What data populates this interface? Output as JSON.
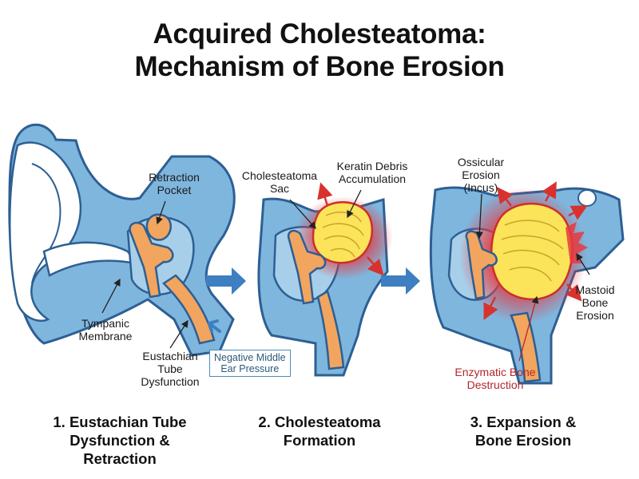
{
  "title": {
    "line1": "Acquired Cholesteatoma:",
    "line2": "Mechanism of Bone Erosion"
  },
  "colors": {
    "bone_blue": "#7fb6de",
    "outline_blue": "#2d5f93",
    "ossicle_orange": "#f2a55f",
    "keratin_yellow": "#fbe35a",
    "inflammation_red": "#e5393f",
    "arrow_blue": "#3d7fc0"
  },
  "panels": [
    {
      "caption": [
        "1. Eustachian Tube",
        "Dysfunction &",
        "Retraction"
      ],
      "labels": {
        "retraction_pocket": [
          "Retraction",
          "Pocket"
        ],
        "tympanic_membrane": [
          "Tympanic",
          "Membrane"
        ],
        "eustachian_tube": [
          "Eustachian",
          "Tube",
          "Dysfunction"
        ],
        "negative_pressure": [
          "Negative Middle",
          "Ear Pressure"
        ]
      }
    },
    {
      "caption": [
        "2. Cholesteatoma",
        "Formation"
      ],
      "labels": {
        "sac": [
          "Cholesteatoma",
          "Sac"
        ],
        "keratin": [
          "Keratin Debris",
          "Accumulation"
        ]
      }
    },
    {
      "caption": [
        "3. Expansion &",
        "Bone Erosion"
      ],
      "labels": {
        "ossicular": [
          "Ossicular",
          "Erosion",
          "(Incus)"
        ],
        "mastoid": [
          "Mastoid",
          "Bone",
          "Erosion"
        ],
        "enzymatic": [
          "Enzymatic Bone",
          "Destruction"
        ]
      }
    }
  ]
}
